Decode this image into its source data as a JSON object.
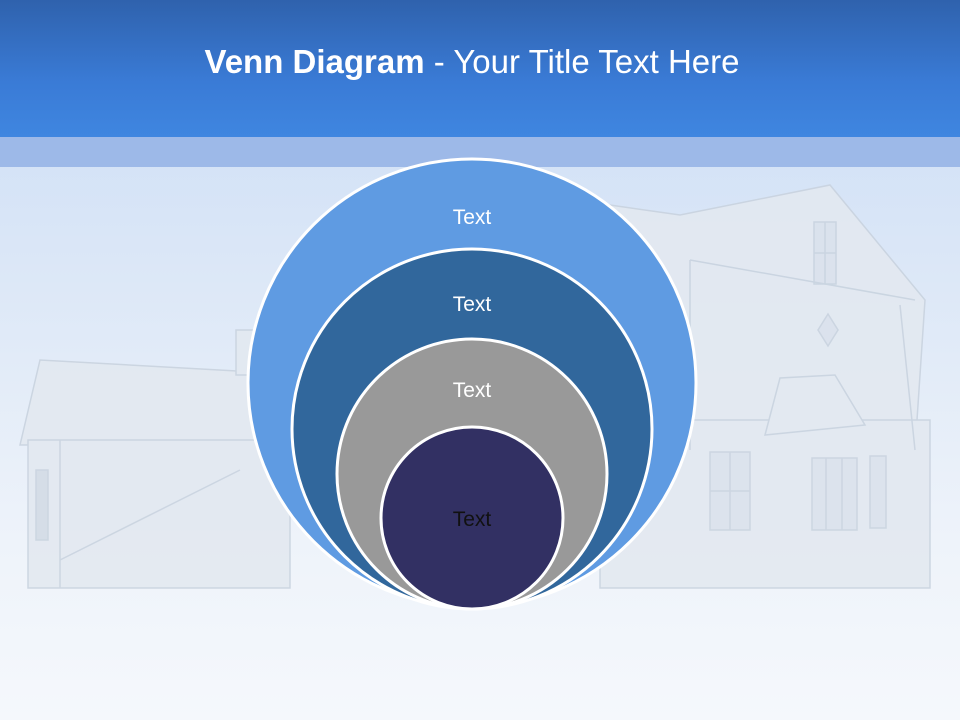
{
  "slide": {
    "title_bold": "Venn Diagram",
    "title_rest": " - Your Title Text Here"
  },
  "diagram": {
    "circles": [
      {
        "label": "Text",
        "fill": "#5f9be2",
        "text_color": "#ffffff"
      },
      {
        "label": "Text",
        "fill": "#31679c",
        "text_color": "#ffffff"
      },
      {
        "label": "Text",
        "fill": "#999999",
        "text_color": "#ffffff"
      },
      {
        "label": "Text",
        "fill": "#323063",
        "text_color": "#111111"
      }
    ]
  },
  "colors": {
    "header": "#3a7bd6",
    "header_stripe": "#9db9e8",
    "circle_outline": "#ffffff"
  }
}
